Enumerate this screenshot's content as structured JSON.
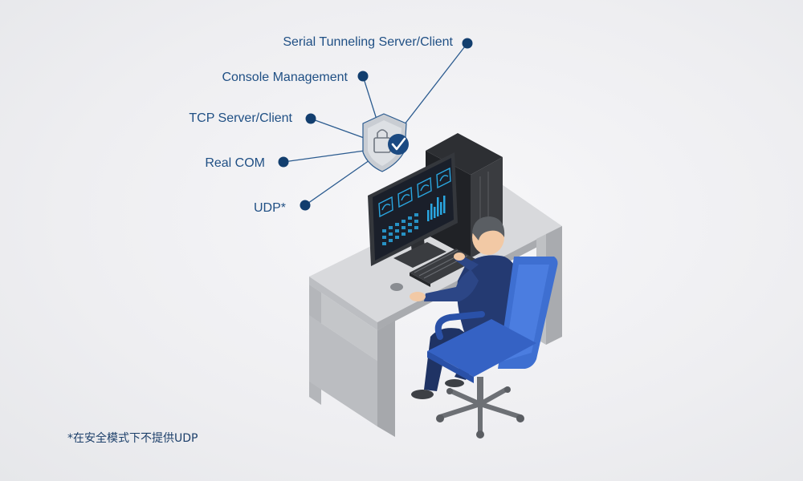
{
  "features": [
    {
      "id": "serial-tunneling",
      "label": "Serial Tunneling Server/Client"
    },
    {
      "id": "console-management",
      "label": "Console Management"
    },
    {
      "id": "tcp-server-client",
      "label": "TCP Server/Client"
    },
    {
      "id": "real-com",
      "label": "Real COM"
    },
    {
      "id": "udp",
      "label": "UDP*"
    }
  ],
  "footnote": "*在安全模式下不提供UDP",
  "colors": {
    "label_text": "#1f4f84",
    "node_dot": "#123e6e",
    "connector_line": "#2b5b8f",
    "shield": "#c9cdd3",
    "check_badge": "#1b4a82",
    "chair": "#3e6fd1",
    "desk_top": "#d8d9dc",
    "desk_side": "#b4b6ba",
    "monitor_screen": "#1a1f2a",
    "dashboard_accent": "#2aa6e0"
  },
  "icons": {
    "shield": "shield-lock-icon",
    "check": "check-badge-icon"
  }
}
